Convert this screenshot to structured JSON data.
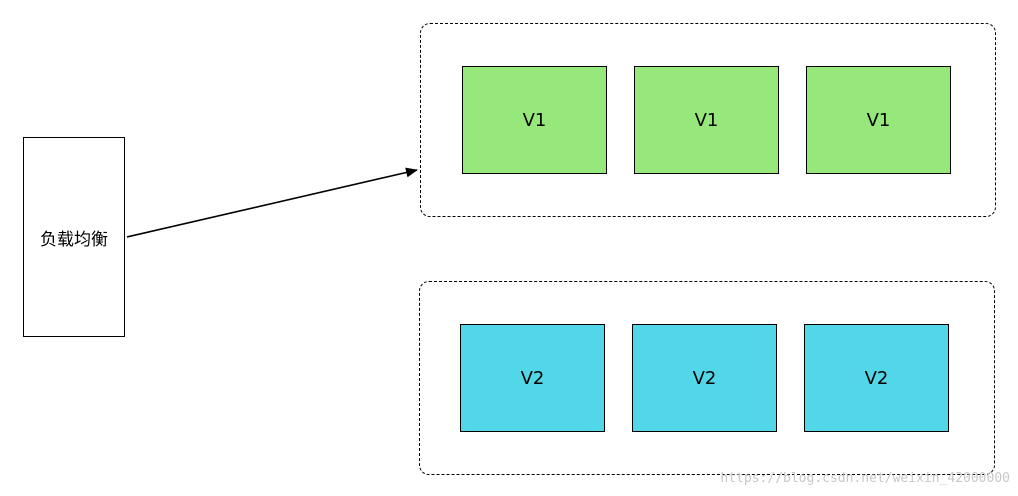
{
  "load_balancer": {
    "label": "负载均衡"
  },
  "group_v1": {
    "nodes": [
      {
        "label": "V1",
        "color": "#97e87a"
      },
      {
        "label": "V1",
        "color": "#97e87a"
      },
      {
        "label": "V1",
        "color": "#97e87a"
      }
    ]
  },
  "group_v2": {
    "nodes": [
      {
        "label": "V2",
        "color": "#52d7e8"
      },
      {
        "label": "V2",
        "color": "#52d7e8"
      },
      {
        "label": "V2",
        "color": "#52d7e8"
      }
    ]
  },
  "watermark": "https://blog.csdn.net/weixin_42000000"
}
